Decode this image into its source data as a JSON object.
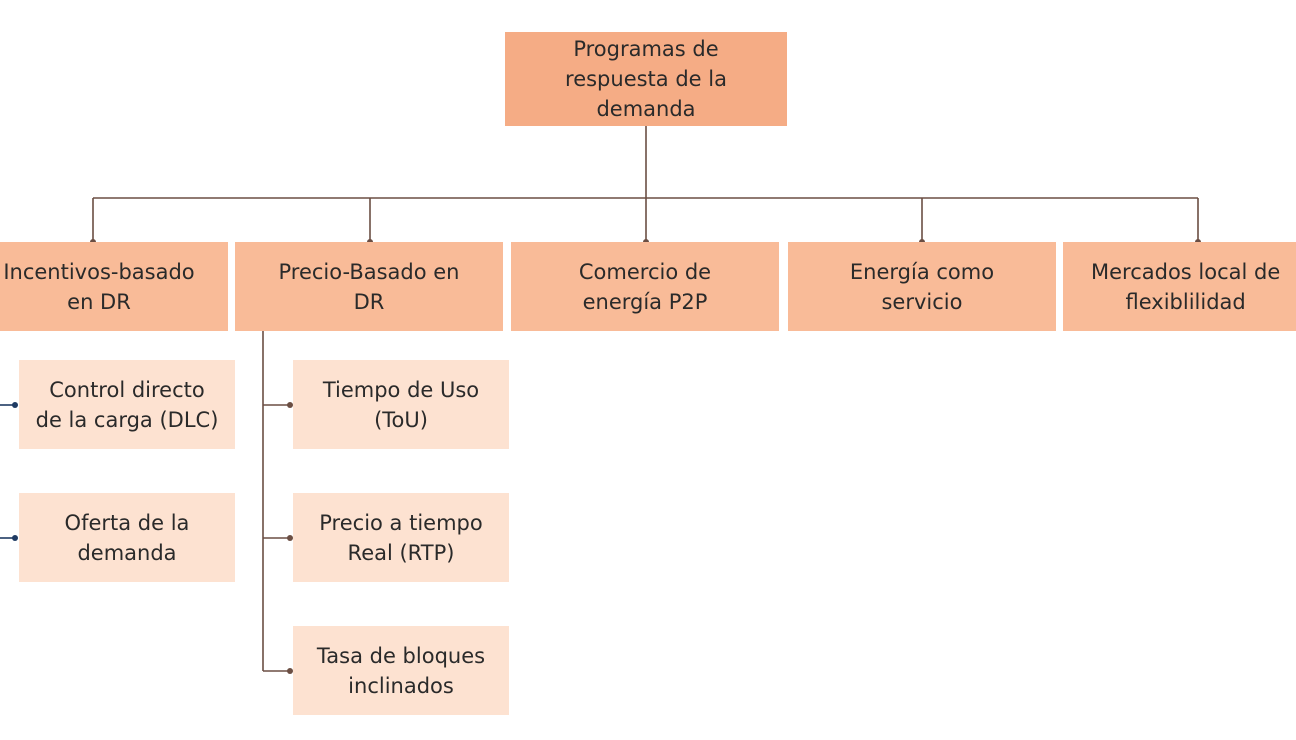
{
  "colors": {
    "root_fill": "#f5ac85",
    "category_fill": "#f9bb98",
    "subitem_fill": "#fde2d1",
    "connector": "#6b4e43",
    "left_connector": "#1f3b63"
  },
  "diagram": {
    "root": {
      "label": "Programas de\nrespuesta de la\ndemanda"
    },
    "categories": [
      {
        "label": "Incentivos-basado\nen DR"
      },
      {
        "label": "Precio-Basado en\nDR"
      },
      {
        "label": "Comercio de\nenergía P2P"
      },
      {
        "label": "Energía como\nservicio"
      },
      {
        "label": "Mercados local de\nflexiblilidad"
      }
    ],
    "incentive_children": [
      {
        "label": "Control directo\nde la carga (DLC)"
      },
      {
        "label": "Oferta de la\ndemanda"
      }
    ],
    "price_children": [
      {
        "label": "Tiempo de Uso\n(ToU)"
      },
      {
        "label": "Precio a tiempo\nReal (RTP)"
      },
      {
        "label": "Tasa de bloques\ninclinados"
      }
    ]
  }
}
